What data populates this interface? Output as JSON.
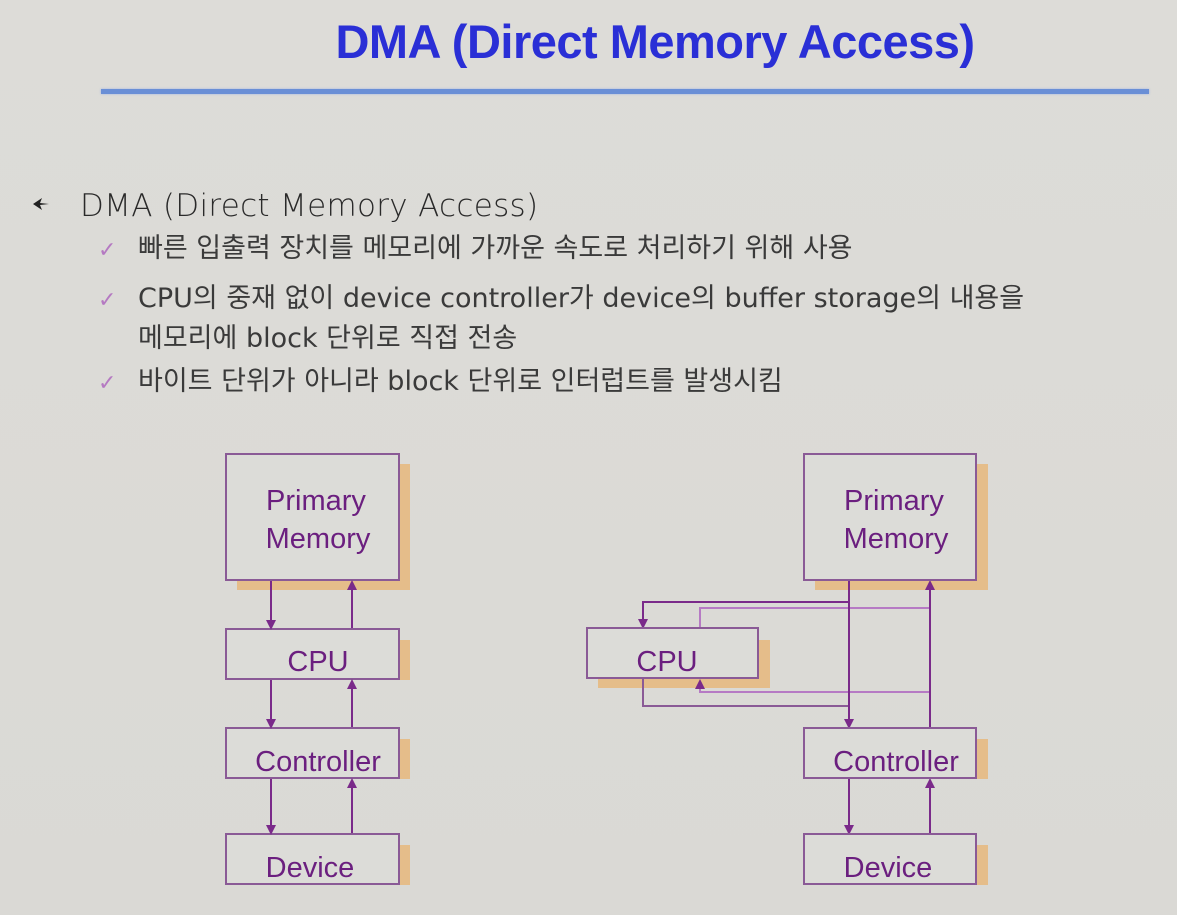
{
  "slide": {
    "title": "DMA (Direct Memory Access)",
    "colors": {
      "title": "#2a2fd6",
      "rule": "#6a8fd6",
      "box_border": "#8a5a96",
      "box_text": "#6b1f7f",
      "shadow": "#e5bd8a",
      "arrow": "#7a2a8a",
      "check": "#b57ac2"
    }
  },
  "bullets": {
    "main": {
      "icon": "arrow-bullet-icon",
      "text": "DMA (Direct Memory Access)"
    },
    "items": [
      {
        "icon": "checkmark-icon",
        "lines": [
          "빠른 입출력 장치를 메모리에 가까운 속도로 처리하기 위해 사용"
        ]
      },
      {
        "icon": "checkmark-icon",
        "lines": [
          "CPU의 중재 없이 device controller가 device의 buffer storage의 내용을",
          "메모리에 block 단위로 직접 전송"
        ]
      },
      {
        "icon": "checkmark-icon",
        "lines": [
          "바이트 단위가 아니라 block 단위로 인터럽트를 발생시킴"
        ]
      }
    ]
  },
  "diagrams": {
    "left": {
      "name": "without-dma",
      "boxes": [
        {
          "id": "memory",
          "lines": [
            "Primary",
            "Memory"
          ]
        },
        {
          "id": "cpu",
          "lines": [
            "CPU"
          ]
        },
        {
          "id": "controller",
          "lines": [
            "Controller"
          ]
        },
        {
          "id": "device",
          "lines": [
            "Device"
          ]
        }
      ],
      "connections": [
        {
          "from": "memory",
          "to": "cpu"
        },
        {
          "from": "cpu",
          "to": "memory"
        },
        {
          "from": "cpu",
          "to": "controller"
        },
        {
          "from": "controller",
          "to": "cpu"
        },
        {
          "from": "controller",
          "to": "device"
        },
        {
          "from": "device",
          "to": "controller"
        }
      ]
    },
    "right": {
      "name": "with-dma",
      "boxes": [
        {
          "id": "memory",
          "lines": [
            "Primary",
            "Memory"
          ]
        },
        {
          "id": "cpu",
          "lines": [
            "CPU"
          ]
        },
        {
          "id": "controller",
          "lines": [
            "Controller"
          ]
        },
        {
          "id": "device",
          "lines": [
            "Device"
          ]
        }
      ],
      "connections": [
        {
          "from": "memory",
          "to": "cpu"
        },
        {
          "from": "cpu",
          "to": "memory"
        },
        {
          "from": "memory",
          "to": "controller"
        },
        {
          "from": "controller",
          "to": "memory"
        },
        {
          "from": "cpu",
          "to": "controller"
        },
        {
          "from": "controller",
          "to": "cpu"
        },
        {
          "from": "controller",
          "to": "device"
        },
        {
          "from": "device",
          "to": "controller"
        }
      ]
    }
  }
}
